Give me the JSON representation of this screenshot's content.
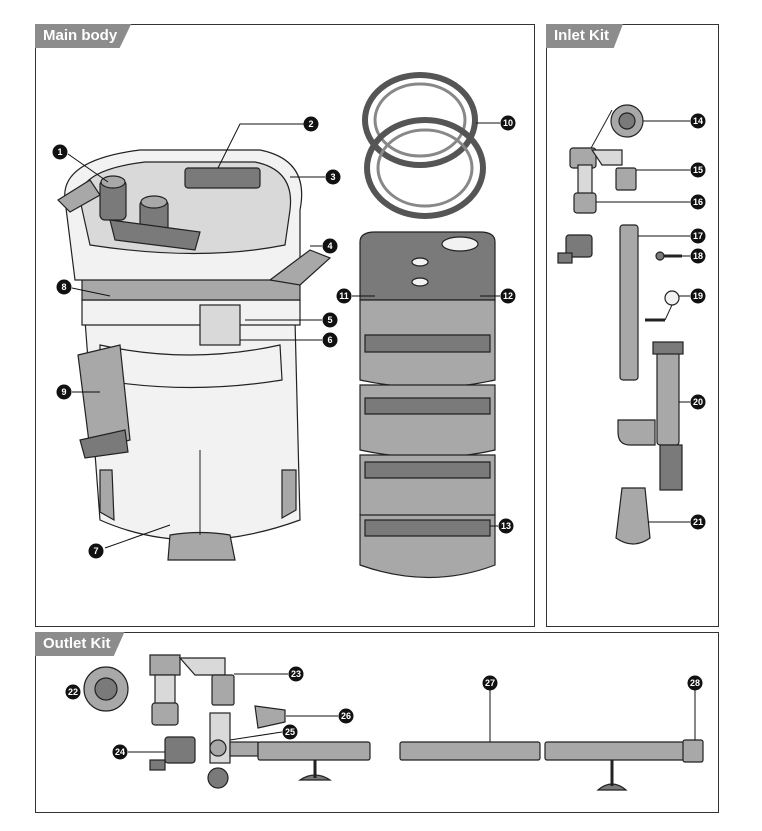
{
  "sections": {
    "main": {
      "title": "Main body"
    },
    "inlet": {
      "title": "Inlet Kit"
    },
    "outlet": {
      "title": "Outlet Kit"
    }
  },
  "callouts": [
    "1",
    "2",
    "3",
    "4",
    "5",
    "6",
    "7",
    "8",
    "9",
    "10",
    "11",
    "12",
    "13",
    "14",
    "15",
    "16",
    "17",
    "18",
    "19",
    "20",
    "21",
    "22",
    "23",
    "24",
    "25",
    "26",
    "27",
    "28"
  ]
}
